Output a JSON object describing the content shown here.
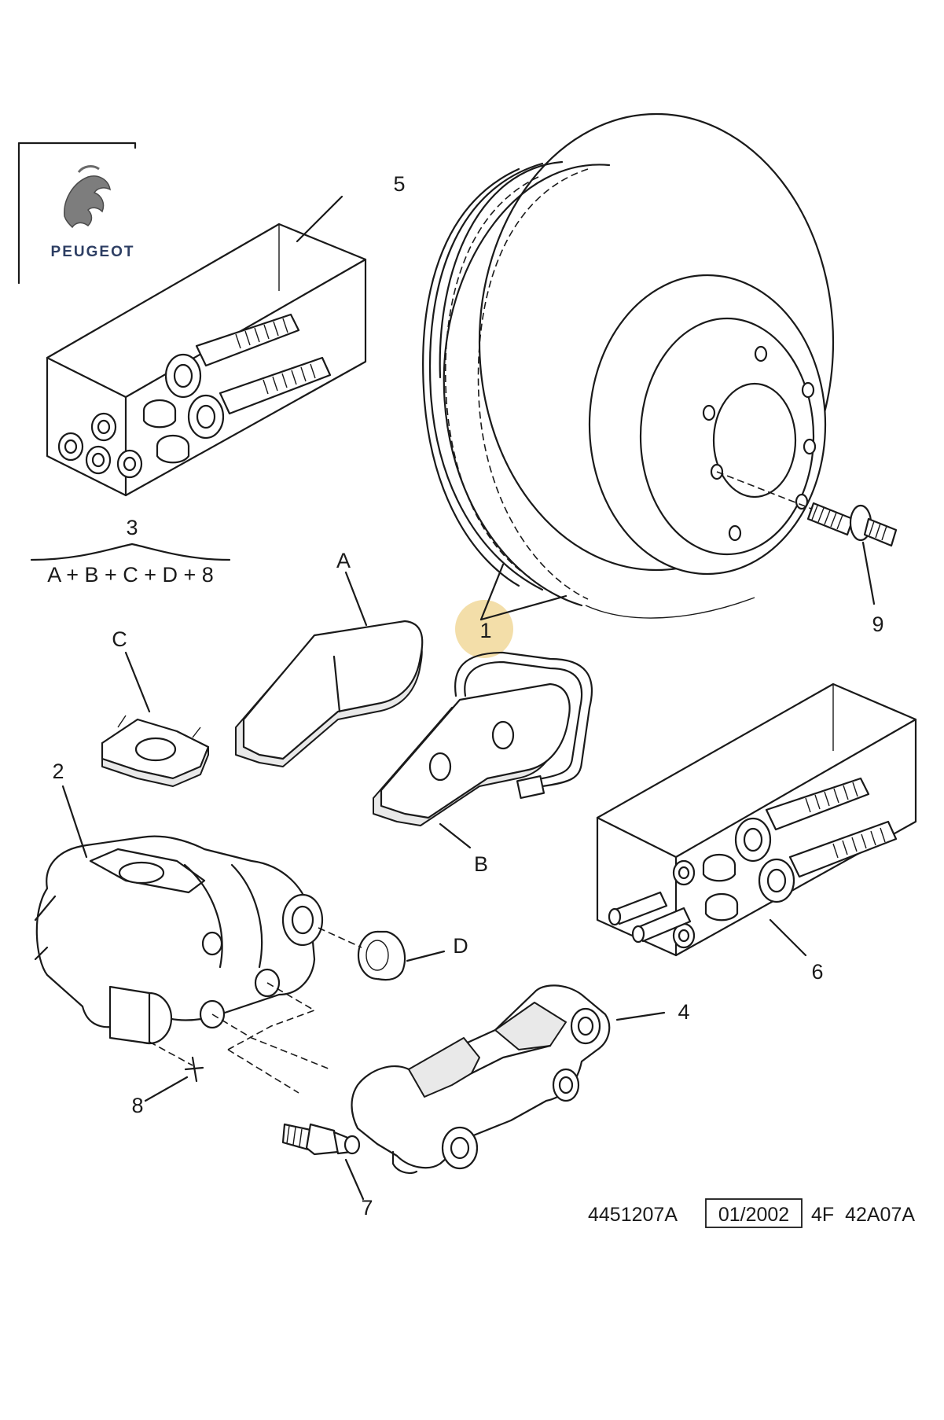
{
  "brand": {
    "name": "PEUGEOT"
  },
  "callouts": {
    "c1": "1",
    "c2": "2",
    "c3": "3",
    "c4": "4",
    "c5": "5",
    "c6": "6",
    "c7": "7",
    "c8": "8",
    "c9": "9",
    "cA": "A",
    "cB": "B",
    "cC": "C",
    "cD": "D"
  },
  "kit_formula": "A + B + C + D + 8",
  "footer": {
    "ref": "4451207A",
    "date": "01/2002",
    "code": "4F  42A07A"
  },
  "colors": {
    "highlight": "#f1d89a",
    "ink": "#1a1a1a",
    "brand": "#2d3e63"
  }
}
